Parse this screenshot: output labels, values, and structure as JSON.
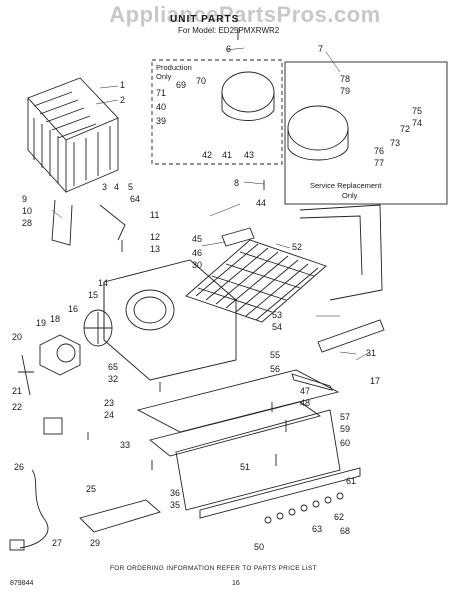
{
  "watermark": "AppliancePartsPros.com",
  "title": "UNIT PARTS",
  "subtitle": "For Model: ED25PMXRWR2",
  "production_box": {
    "line1": "Production",
    "line2": "Only"
  },
  "service_box": {
    "line1": "Service Replacement",
    "line2": "Only"
  },
  "callouts": [
    "1",
    "2",
    "3",
    "4",
    "5",
    "6",
    "7",
    "8",
    "9",
    "10",
    "11",
    "12",
    "13",
    "14",
    "15",
    "16",
    "17",
    "18",
    "19",
    "20",
    "21",
    "22",
    "23",
    "24",
    "25",
    "26",
    "27",
    "28",
    "29",
    "30",
    "31",
    "32",
    "33",
    "35",
    "36",
    "39",
    "40",
    "41",
    "42",
    "43",
    "44",
    "45",
    "46",
    "47",
    "48",
    "50",
    "51",
    "52",
    "53",
    "54",
    "55",
    "56",
    "57",
    "59",
    "60",
    "61",
    "62",
    "63",
    "64",
    "65",
    "68",
    "69",
    "70",
    "71",
    "72",
    "73",
    "74",
    "75",
    "76",
    "77",
    "78",
    "79"
  ],
  "footer": "FOR ORDERING INFORMATION REFER TO PARTS PRICE LIST",
  "drawing_code": "879844",
  "page_number": "16"
}
